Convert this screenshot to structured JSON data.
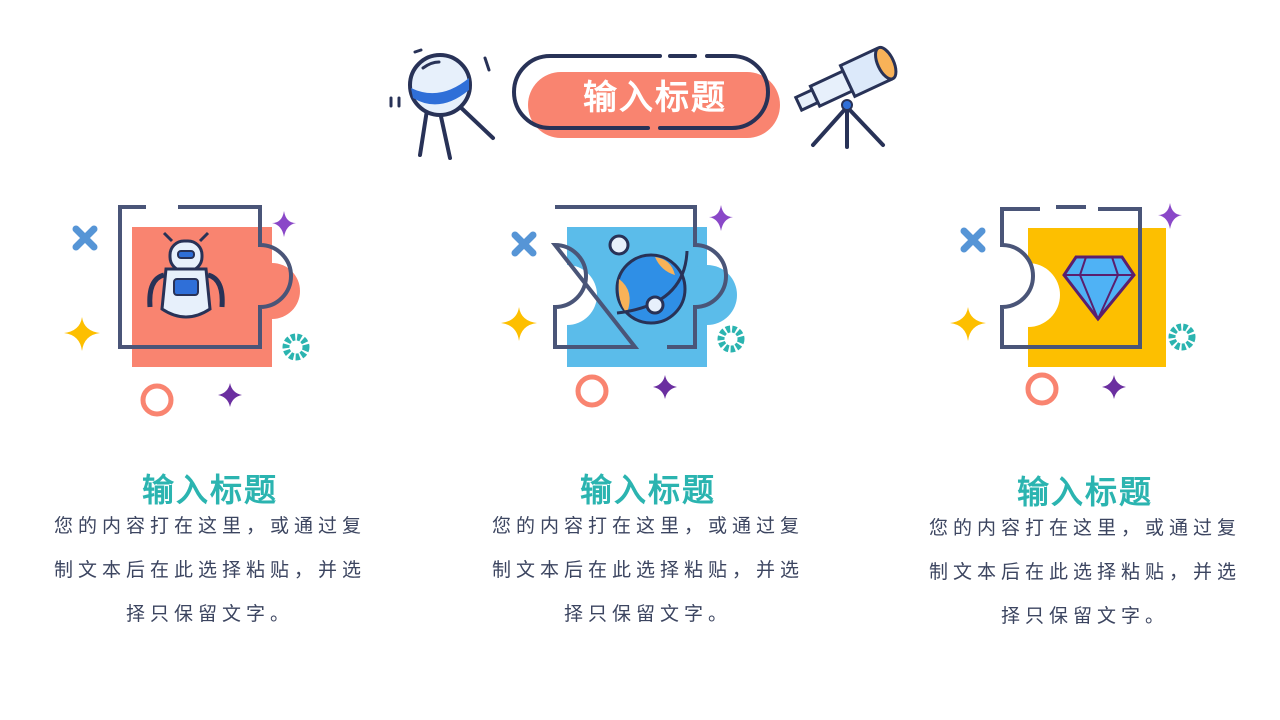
{
  "header": {
    "title": "输入标题",
    "left_icon": "satellite-icon",
    "right_icon": "telescope-icon",
    "pill_color": "#f98470"
  },
  "cards": [
    {
      "icon": "robot-icon",
      "accent_color": "#f98470",
      "title": "输入标题",
      "body": "您的内容打在这里，或通过复制文本后在此选择粘贴，并选择只保留文字。"
    },
    {
      "icon": "planet-icon",
      "accent_color": "#5bbcea",
      "title": "输入标题",
      "body": "您的内容打在这里，或通过复制文本后在此选择粘贴，并选择只保留文字。"
    },
    {
      "icon": "diamond-icon",
      "accent_color": "#fdbf00",
      "title": "输入标题",
      "body": "您的内容打在这里，或通过复制文本后在此选择粘贴，并选择只保留文字。"
    }
  ],
  "colors": {
    "title_teal": "#2bb4b0",
    "outline_navy": "#4a5578",
    "body_text": "#3c4560"
  }
}
